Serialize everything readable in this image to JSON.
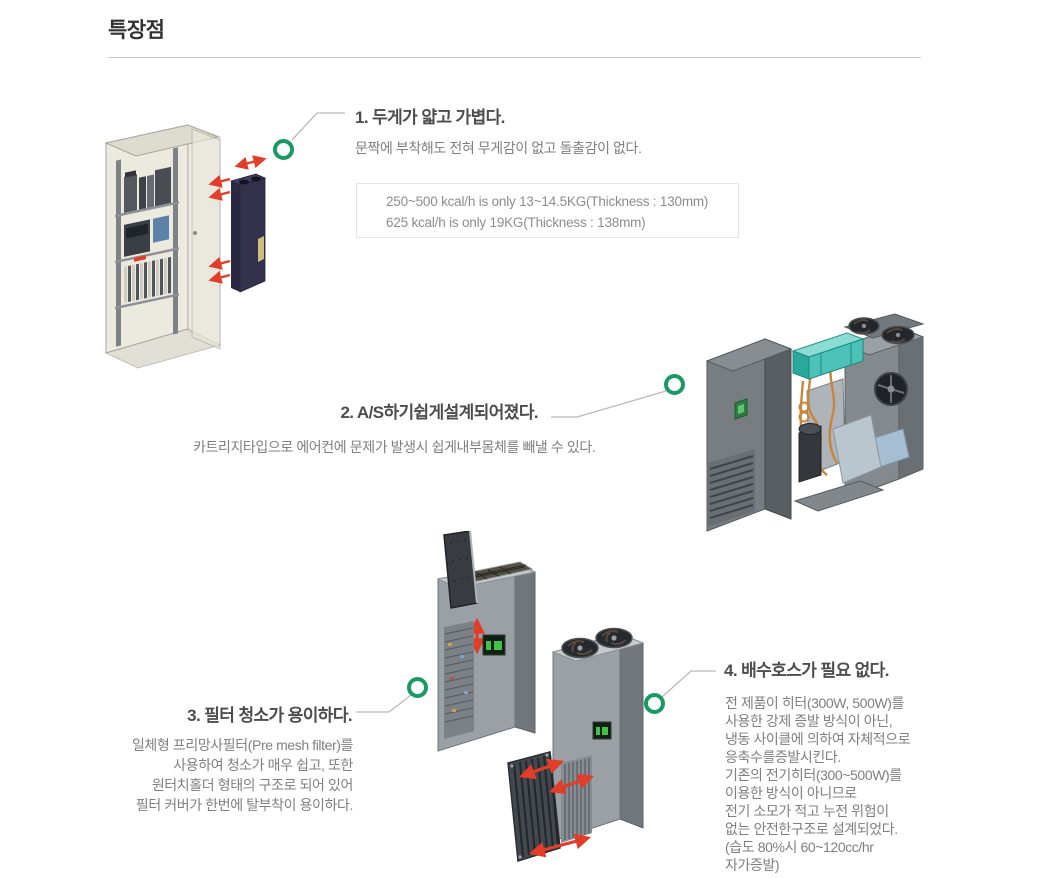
{
  "page": {
    "heading": "특장점"
  },
  "colors": {
    "accent_green": "#189a62",
    "arrow_red": "#e23d28"
  },
  "markers": [
    "ring-marker-1",
    "ring-marker-2",
    "ring-marker-3",
    "ring-marker-4"
  ],
  "features": [
    {
      "title": "1. 두게가 얇고 가볍다.",
      "description": "문짝에 부착해도 전혀 무게감이 없고 돌출감이 없다.",
      "spec_lines": [
        "250~500 kcal/h is only 13~14.5KG(Thickness : 130mm)",
        "625 kcal/h is only 19KG(Thickness : 138mm)"
      ],
      "illustration": "control-cabinet-with-slim-cooling-unit"
    },
    {
      "title": "2. A/S하기쉽게설계되어졌다.",
      "description": "카트리지타입으로 에어컨에 문제가 발생시 쉽게내부몸체를 빼낼 수 있다.",
      "illustration": "exploded-cartridge-type-unit"
    },
    {
      "title": "3. 필터 청소가 용이하다.",
      "description_lines": [
        "일체형 프리망사필터(Pre mesh filter)를",
        "사용하여 청소가 매우 쉽고, 또한",
        "원터치홀더 형태의 구조로 되어 있어",
        "필터 커버가 한번에 탈부착이 용이하다."
      ],
      "illustration": "unit-with-removable-top-mesh-filter"
    },
    {
      "title": "4. 배수호스가 필요 없다.",
      "description_lines": [
        "전 제품이 히터(300W, 500W)를",
        "사용한 강제 증발 방식이 아닌,",
        "냉동 사이클에 의하여 자체적으로",
        "응축수를증발시킨다.",
        "기존의 전기히터(300~500W)를",
        "이용한 방식이 아니므로",
        "전기 소모가 적고 누전 위험이",
        "없는 안전한구조로 설계되었다.",
        "(습도 80%시 60~120cc/hr",
        "자가증발)"
      ],
      "illustration": "unit-with-detachable-bottom-filter-cover"
    }
  ]
}
